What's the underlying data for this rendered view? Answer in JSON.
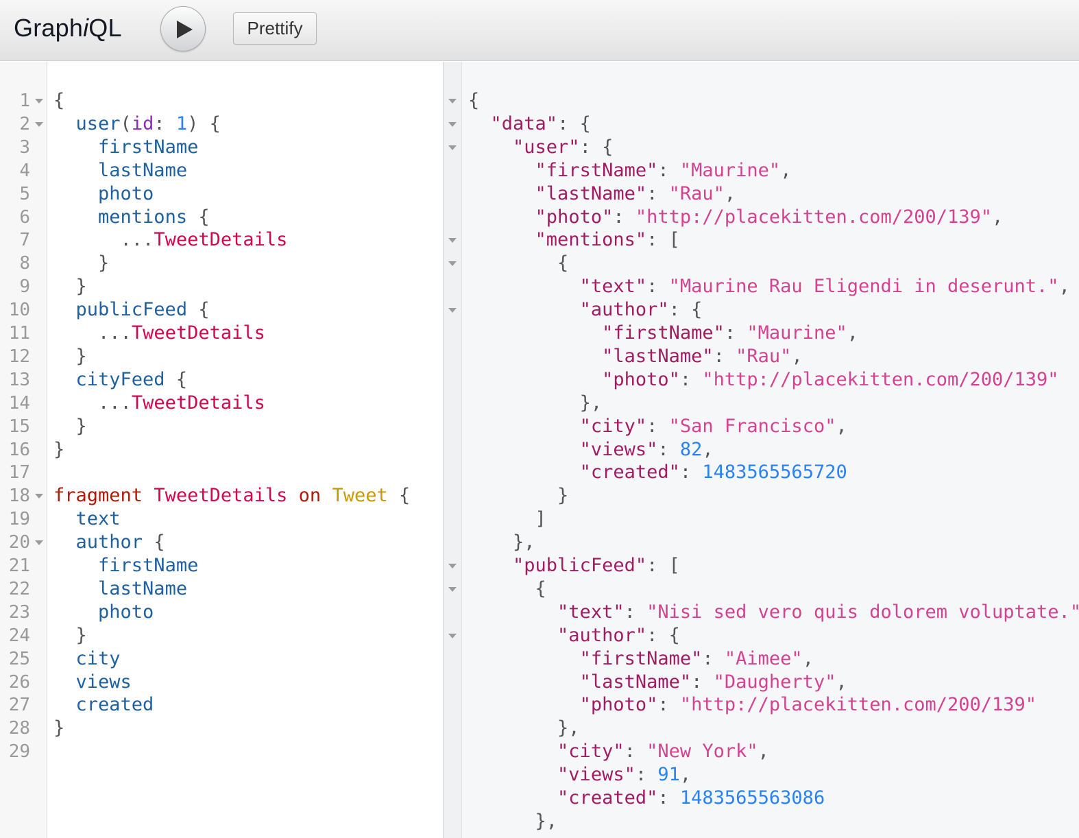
{
  "toolbar": {
    "title_prefix": "Graph",
    "title_italic": "i",
    "title_suffix": "QL",
    "run_label": "Execute Query",
    "prettify_label": "Prettify"
  },
  "editor": {
    "lines": [
      [
        {
          "t": "{",
          "c": "punct"
        }
      ],
      [
        {
          "t": "  "
        },
        {
          "t": "user",
          "c": "field"
        },
        {
          "t": "(",
          "c": "punct"
        },
        {
          "t": "id",
          "c": "arg"
        },
        {
          "t": ": ",
          "c": "punct"
        },
        {
          "t": "1",
          "c": "num"
        },
        {
          "t": ") {",
          "c": "punct"
        }
      ],
      [
        {
          "t": "    "
        },
        {
          "t": "firstName",
          "c": "field"
        }
      ],
      [
        {
          "t": "    "
        },
        {
          "t": "lastName",
          "c": "field"
        }
      ],
      [
        {
          "t": "    "
        },
        {
          "t": "photo",
          "c": "field"
        }
      ],
      [
        {
          "t": "    "
        },
        {
          "t": "mentions",
          "c": "field"
        },
        {
          "t": " {",
          "c": "punct"
        }
      ],
      [
        {
          "t": "      "
        },
        {
          "t": "...",
          "c": "spread"
        },
        {
          "t": "TweetDetails",
          "c": "frag"
        }
      ],
      [
        {
          "t": "    "
        },
        {
          "t": "}",
          "c": "punct"
        }
      ],
      [
        {
          "t": "  "
        },
        {
          "t": "}",
          "c": "punct"
        }
      ],
      [
        {
          "t": "  "
        },
        {
          "t": "publicFeed",
          "c": "field"
        },
        {
          "t": " {",
          "c": "punct"
        }
      ],
      [
        {
          "t": "    "
        },
        {
          "t": "...",
          "c": "spread"
        },
        {
          "t": "TweetDetails",
          "c": "frag"
        }
      ],
      [
        {
          "t": "  "
        },
        {
          "t": "}",
          "c": "punct"
        }
      ],
      [
        {
          "t": "  "
        },
        {
          "t": "cityFeed",
          "c": "field"
        },
        {
          "t": " {",
          "c": "punct"
        }
      ],
      [
        {
          "t": "    "
        },
        {
          "t": "...",
          "c": "spread"
        },
        {
          "t": "TweetDetails",
          "c": "frag"
        }
      ],
      [
        {
          "t": "  "
        },
        {
          "t": "}",
          "c": "punct"
        }
      ],
      [
        {
          "t": "}",
          "c": "punct"
        }
      ],
      [],
      [
        {
          "t": "fragment",
          "c": "kw"
        },
        {
          "t": " "
        },
        {
          "t": "TweetDetails",
          "c": "frag"
        },
        {
          "t": " "
        },
        {
          "t": "on",
          "c": "kw"
        },
        {
          "t": " "
        },
        {
          "t": "Tweet",
          "c": "type"
        },
        {
          "t": " {",
          "c": "punct"
        }
      ],
      [
        {
          "t": "  "
        },
        {
          "t": "text",
          "c": "field"
        }
      ],
      [
        {
          "t": "  "
        },
        {
          "t": "author",
          "c": "field"
        },
        {
          "t": " {",
          "c": "punct"
        }
      ],
      [
        {
          "t": "    "
        },
        {
          "t": "firstName",
          "c": "field"
        }
      ],
      [
        {
          "t": "    "
        },
        {
          "t": "lastName",
          "c": "field"
        }
      ],
      [
        {
          "t": "    "
        },
        {
          "t": "photo",
          "c": "field"
        }
      ],
      [
        {
          "t": "  "
        },
        {
          "t": "}",
          "c": "punct"
        }
      ],
      [
        {
          "t": "  "
        },
        {
          "t": "city",
          "c": "field"
        }
      ],
      [
        {
          "t": "  "
        },
        {
          "t": "views",
          "c": "field"
        }
      ],
      [
        {
          "t": "  "
        },
        {
          "t": "created",
          "c": "field"
        }
      ],
      [
        {
          "t": "}",
          "c": "punct"
        }
      ],
      []
    ],
    "line_numbers": [
      "1",
      "2",
      "3",
      "4",
      "5",
      "6",
      "7",
      "8",
      "9",
      "10",
      "11",
      "12",
      "13",
      "14",
      "15",
      "16",
      "17",
      "18",
      "19",
      "20",
      "21",
      "22",
      "23",
      "24",
      "25",
      "26",
      "27",
      "28",
      "29"
    ],
    "fold_lines": [
      1,
      2,
      18,
      20
    ]
  },
  "result": {
    "lines": [
      [
        {
          "t": "{",
          "c": "punct"
        }
      ],
      [
        {
          "t": "  "
        },
        {
          "t": "\"data\"",
          "c": "key"
        },
        {
          "t": ": {",
          "c": "punct"
        }
      ],
      [
        {
          "t": "    "
        },
        {
          "t": "\"user\"",
          "c": "key"
        },
        {
          "t": ": {",
          "c": "punct"
        }
      ],
      [
        {
          "t": "      "
        },
        {
          "t": "\"firstName\"",
          "c": "key"
        },
        {
          "t": ": ",
          "c": "punct"
        },
        {
          "t": "\"Maurine\"",
          "c": "str"
        },
        {
          "t": ",",
          "c": "punct"
        }
      ],
      [
        {
          "t": "      "
        },
        {
          "t": "\"lastName\"",
          "c": "key"
        },
        {
          "t": ": ",
          "c": "punct"
        },
        {
          "t": "\"Rau\"",
          "c": "str"
        },
        {
          "t": ",",
          "c": "punct"
        }
      ],
      [
        {
          "t": "      "
        },
        {
          "t": "\"photo\"",
          "c": "key"
        },
        {
          "t": ": ",
          "c": "punct"
        },
        {
          "t": "\"http://placekitten.com/200/139\"",
          "c": "str"
        },
        {
          "t": ",",
          "c": "punct"
        }
      ],
      [
        {
          "t": "      "
        },
        {
          "t": "\"mentions\"",
          "c": "key"
        },
        {
          "t": ": [",
          "c": "punct"
        }
      ],
      [
        {
          "t": "        "
        },
        {
          "t": "{",
          "c": "punct"
        }
      ],
      [
        {
          "t": "          "
        },
        {
          "t": "\"text\"",
          "c": "key"
        },
        {
          "t": ": ",
          "c": "punct"
        },
        {
          "t": "\"Maurine Rau Eligendi in deserunt.\"",
          "c": "str"
        },
        {
          "t": ",",
          "c": "punct"
        }
      ],
      [
        {
          "t": "          "
        },
        {
          "t": "\"author\"",
          "c": "key"
        },
        {
          "t": ": {",
          "c": "punct"
        }
      ],
      [
        {
          "t": "            "
        },
        {
          "t": "\"firstName\"",
          "c": "key"
        },
        {
          "t": ": ",
          "c": "punct"
        },
        {
          "t": "\"Maurine\"",
          "c": "str"
        },
        {
          "t": ",",
          "c": "punct"
        }
      ],
      [
        {
          "t": "            "
        },
        {
          "t": "\"lastName\"",
          "c": "key"
        },
        {
          "t": ": ",
          "c": "punct"
        },
        {
          "t": "\"Rau\"",
          "c": "str"
        },
        {
          "t": ",",
          "c": "punct"
        }
      ],
      [
        {
          "t": "            "
        },
        {
          "t": "\"photo\"",
          "c": "key"
        },
        {
          "t": ": ",
          "c": "punct"
        },
        {
          "t": "\"http://placekitten.com/200/139\"",
          "c": "str"
        }
      ],
      [
        {
          "t": "          "
        },
        {
          "t": "},",
          "c": "punct"
        }
      ],
      [
        {
          "t": "          "
        },
        {
          "t": "\"city\"",
          "c": "key"
        },
        {
          "t": ": ",
          "c": "punct"
        },
        {
          "t": "\"San Francisco\"",
          "c": "str"
        },
        {
          "t": ",",
          "c": "punct"
        }
      ],
      [
        {
          "t": "          "
        },
        {
          "t": "\"views\"",
          "c": "key"
        },
        {
          "t": ": ",
          "c": "punct"
        },
        {
          "t": "82",
          "c": "jnum"
        },
        {
          "t": ",",
          "c": "punct"
        }
      ],
      [
        {
          "t": "          "
        },
        {
          "t": "\"created\"",
          "c": "key"
        },
        {
          "t": ": ",
          "c": "punct"
        },
        {
          "t": "1483565565720",
          "c": "jnum"
        }
      ],
      [
        {
          "t": "        "
        },
        {
          "t": "}",
          "c": "punct"
        }
      ],
      [
        {
          "t": "      "
        },
        {
          "t": "]",
          "c": "punct"
        }
      ],
      [
        {
          "t": "    "
        },
        {
          "t": "},",
          "c": "punct"
        }
      ],
      [
        {
          "t": "    "
        },
        {
          "t": "\"publicFeed\"",
          "c": "key"
        },
        {
          "t": ": [",
          "c": "punct"
        }
      ],
      [
        {
          "t": "      "
        },
        {
          "t": "{",
          "c": "punct"
        }
      ],
      [
        {
          "t": "        "
        },
        {
          "t": "\"text\"",
          "c": "key"
        },
        {
          "t": ": ",
          "c": "punct"
        },
        {
          "t": "\"Nisi sed vero quis dolorem voluptate.\"",
          "c": "str"
        },
        {
          "t": ",",
          "c": "punct"
        }
      ],
      [
        {
          "t": "        "
        },
        {
          "t": "\"author\"",
          "c": "key"
        },
        {
          "t": ": {",
          "c": "punct"
        }
      ],
      [
        {
          "t": "          "
        },
        {
          "t": "\"firstName\"",
          "c": "key"
        },
        {
          "t": ": ",
          "c": "punct"
        },
        {
          "t": "\"Aimee\"",
          "c": "str"
        },
        {
          "t": ",",
          "c": "punct"
        }
      ],
      [
        {
          "t": "          "
        },
        {
          "t": "\"lastName\"",
          "c": "key"
        },
        {
          "t": ": ",
          "c": "punct"
        },
        {
          "t": "\"Daugherty\"",
          "c": "str"
        },
        {
          "t": ",",
          "c": "punct"
        }
      ],
      [
        {
          "t": "          "
        },
        {
          "t": "\"photo\"",
          "c": "key"
        },
        {
          "t": ": ",
          "c": "punct"
        },
        {
          "t": "\"http://placekitten.com/200/139\"",
          "c": "str"
        }
      ],
      [
        {
          "t": "        "
        },
        {
          "t": "},",
          "c": "punct"
        }
      ],
      [
        {
          "t": "        "
        },
        {
          "t": "\"city\"",
          "c": "key"
        },
        {
          "t": ": ",
          "c": "punct"
        },
        {
          "t": "\"New York\"",
          "c": "str"
        },
        {
          "t": ",",
          "c": "punct"
        }
      ],
      [
        {
          "t": "        "
        },
        {
          "t": "\"views\"",
          "c": "key"
        },
        {
          "t": ": ",
          "c": "punct"
        },
        {
          "t": "91",
          "c": "jnum"
        },
        {
          "t": ",",
          "c": "punct"
        }
      ],
      [
        {
          "t": "        "
        },
        {
          "t": "\"created\"",
          "c": "key"
        },
        {
          "t": ": ",
          "c": "punct"
        },
        {
          "t": "1483565563086",
          "c": "jnum"
        }
      ],
      [
        {
          "t": "      "
        },
        {
          "t": "},",
          "c": "punct"
        }
      ]
    ],
    "fold_lines": [
      1,
      2,
      3,
      7,
      8,
      10,
      21,
      22,
      24
    ]
  },
  "colors": {
    "field": "#1f61a0",
    "argument": "#8b2bb9",
    "number": "#2882f9",
    "fragment": "#d2054e",
    "keyword": "#b11a04",
    "type": "#ca9800",
    "json_key": "#a11d63",
    "json_string": "#d64292"
  }
}
